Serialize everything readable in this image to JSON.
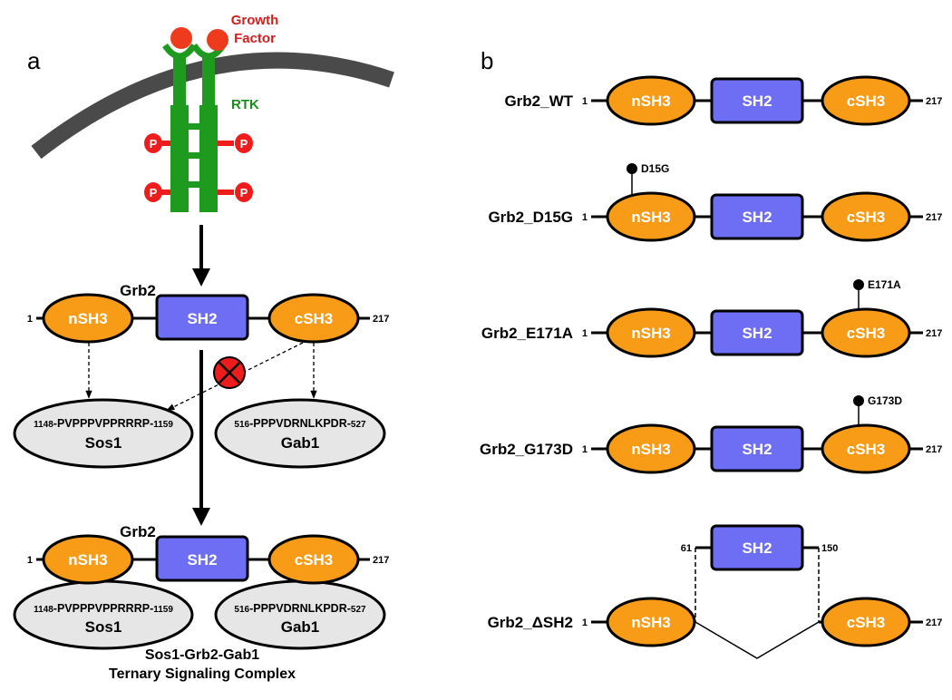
{
  "panel_a": {
    "label": "a",
    "growth_factor": [
      "Growth",
      "Factor"
    ],
    "rtk": "RTK",
    "phospho": "P",
    "top_protein": {
      "name": "Grb2",
      "start": "1",
      "end": "217",
      "domains": [
        "nSH3",
        "SH2",
        "cSH3"
      ]
    },
    "bottom_protein": {
      "name": "Grb2",
      "start": "1",
      "end": "217",
      "domains": [
        "nSH3",
        "SH2",
        "cSH3"
      ]
    },
    "sos1": {
      "seq_start": "1148",
      "seq": "PVPPPVPPRRRP",
      "seq_end": "1159",
      "name": "Sos1"
    },
    "gab1": {
      "seq_start": "516",
      "seq": "PPPVDRNLKPDR",
      "seq_end": "527",
      "name": "Gab1"
    },
    "complex_caption": [
      "Sos1-Grb2-Gab1",
      "Ternary Signaling Complex"
    ]
  },
  "panel_b": {
    "label": "b",
    "constructs": [
      {
        "name": "Grb2_WT",
        "start": "1",
        "end": "217",
        "mutation": null,
        "mut_domain": null
      },
      {
        "name": "Grb2_D15G",
        "start": "1",
        "end": "217",
        "mutation": "D15G",
        "mut_domain": "nSH3"
      },
      {
        "name": "Grb2_E171A",
        "start": "1",
        "end": "217",
        "mutation": "E171A",
        "mut_domain": "cSH3"
      },
      {
        "name": "Grb2_G173D",
        "start": "1",
        "end": "217",
        "mutation": "G173D",
        "mut_domain": "cSH3"
      }
    ],
    "deletion": {
      "name": "Grb2_ΔSH2",
      "start": "1",
      "end": "217",
      "sh2_start": "61",
      "sh2_end": "150",
      "domains": [
        "nSH3",
        "SH2",
        "cSH3"
      ]
    }
  },
  "colors": {
    "sh3": "#F89B16",
    "sh2": "#6E6EF5",
    "receptor": "#1E9A1E",
    "ligand": "#EE3B1D",
    "phospho": "#EE1C1C",
    "membrane": "#4A4A4A",
    "peptide": "#E6E6E6",
    "growth_label": "#D21E1E",
    "rtk_label": "#1E8A1E"
  }
}
